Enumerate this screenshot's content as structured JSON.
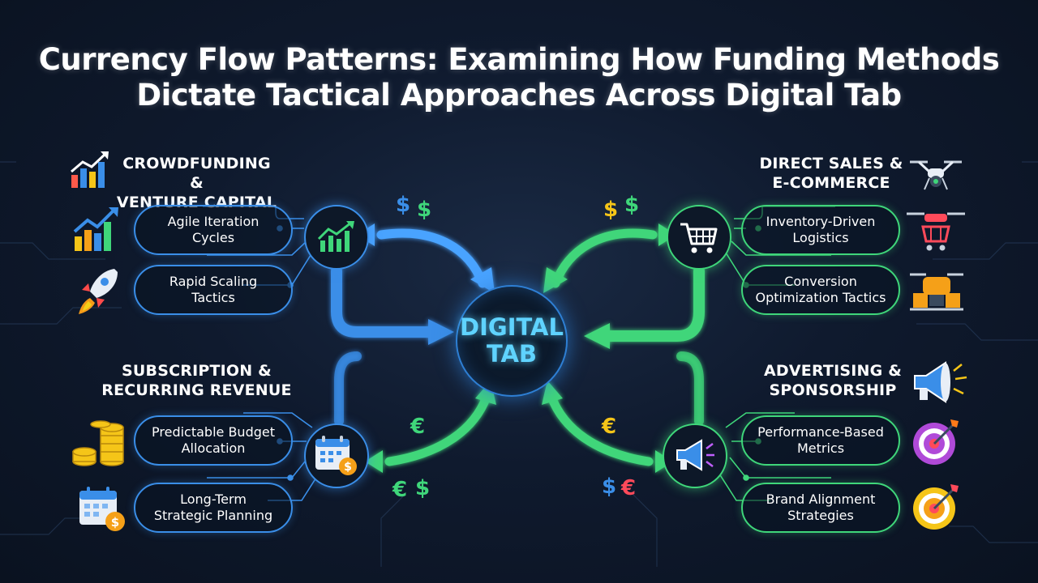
{
  "title": {
    "line1": "Currency Flow Patterns: Examining How Funding Methods",
    "line2": "Dictate Tactical Approaches Across Digital Tab"
  },
  "center": {
    "line1": "DIGITAL",
    "line2": "TAB"
  },
  "quadrants": {
    "top_left": {
      "category": {
        "line1": "CROWDFUNDING &",
        "line2": "VENTURE CAPITAL"
      },
      "items": [
        {
          "line1": "Agile Iteration",
          "line2": "Cycles"
        },
        {
          "line1": "Rapid Scaling",
          "line2": "Tactics"
        }
      ],
      "hub_icon": "growth-chart-icon",
      "side_icons": [
        "growth-chart-icon",
        "growth-chart-icon",
        "rocket-icon"
      ],
      "currency_symbols": [
        "$",
        "$"
      ],
      "color": "#3a8ee8"
    },
    "top_right": {
      "category": {
        "line1": "DIRECT SALES &",
        "line2": "E-COMMERCE"
      },
      "items": [
        {
          "line1": "Inventory-Driven",
          "line2": "Logistics"
        },
        {
          "line1": "Conversion",
          "line2": "Optimization Tactics"
        }
      ],
      "hub_icon": "shopping-cart-icon",
      "side_icons": [
        "drone-icon",
        "drone-cart-icon",
        "drone-package-icon"
      ],
      "currency_symbols": [
        "$",
        "$"
      ],
      "color": "#3fd67a"
    },
    "bottom_left": {
      "category": {
        "line1": "SUBSCRIPTION &",
        "line2": "RECURRING REVENUE"
      },
      "items": [
        {
          "line1": "Predictable Budget",
          "line2": "Allocation"
        },
        {
          "line1": "Long-Term",
          "line2": "Strategic Planning"
        }
      ],
      "hub_icon": "calendar-coin-icon",
      "side_icons": [
        "coin-stack-icon",
        "calendar-coin-icon"
      ],
      "currency_symbols": [
        "€",
        "€",
        "$"
      ],
      "color": "#3a8ee8"
    },
    "bottom_right": {
      "category": {
        "line1": "ADVERTISING &",
        "line2": "SPONSORSHIP"
      },
      "items": [
        {
          "line1": "Performance-Based",
          "line2": "Metrics"
        },
        {
          "line1": "Brand Alignment",
          "line2": "Strategies"
        }
      ],
      "hub_icon": "megaphone-icon",
      "side_icons": [
        "megaphone-icon",
        "target-icon",
        "target-icon"
      ],
      "currency_symbols": [
        "€",
        "$",
        "€"
      ],
      "color": "#3fd67a"
    }
  },
  "colors": {
    "blue": "#3a8ee8",
    "green": "#3fd67a",
    "center_text": "#5fd3ff",
    "dollar_gold": "#f5c518",
    "euro_red": "#ff4a5a",
    "background": "#0f1a2e"
  }
}
